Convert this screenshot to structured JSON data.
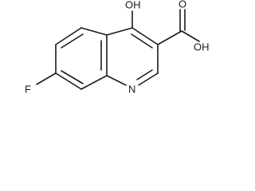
{
  "molecule": {
    "atoms": {
      "hydroxyl": "OH",
      "carboxylic_acid": "OH",
      "carbonyl_oxygen": "O",
      "fluorine": "F",
      "ring_nitrogen": "N"
    }
  }
}
